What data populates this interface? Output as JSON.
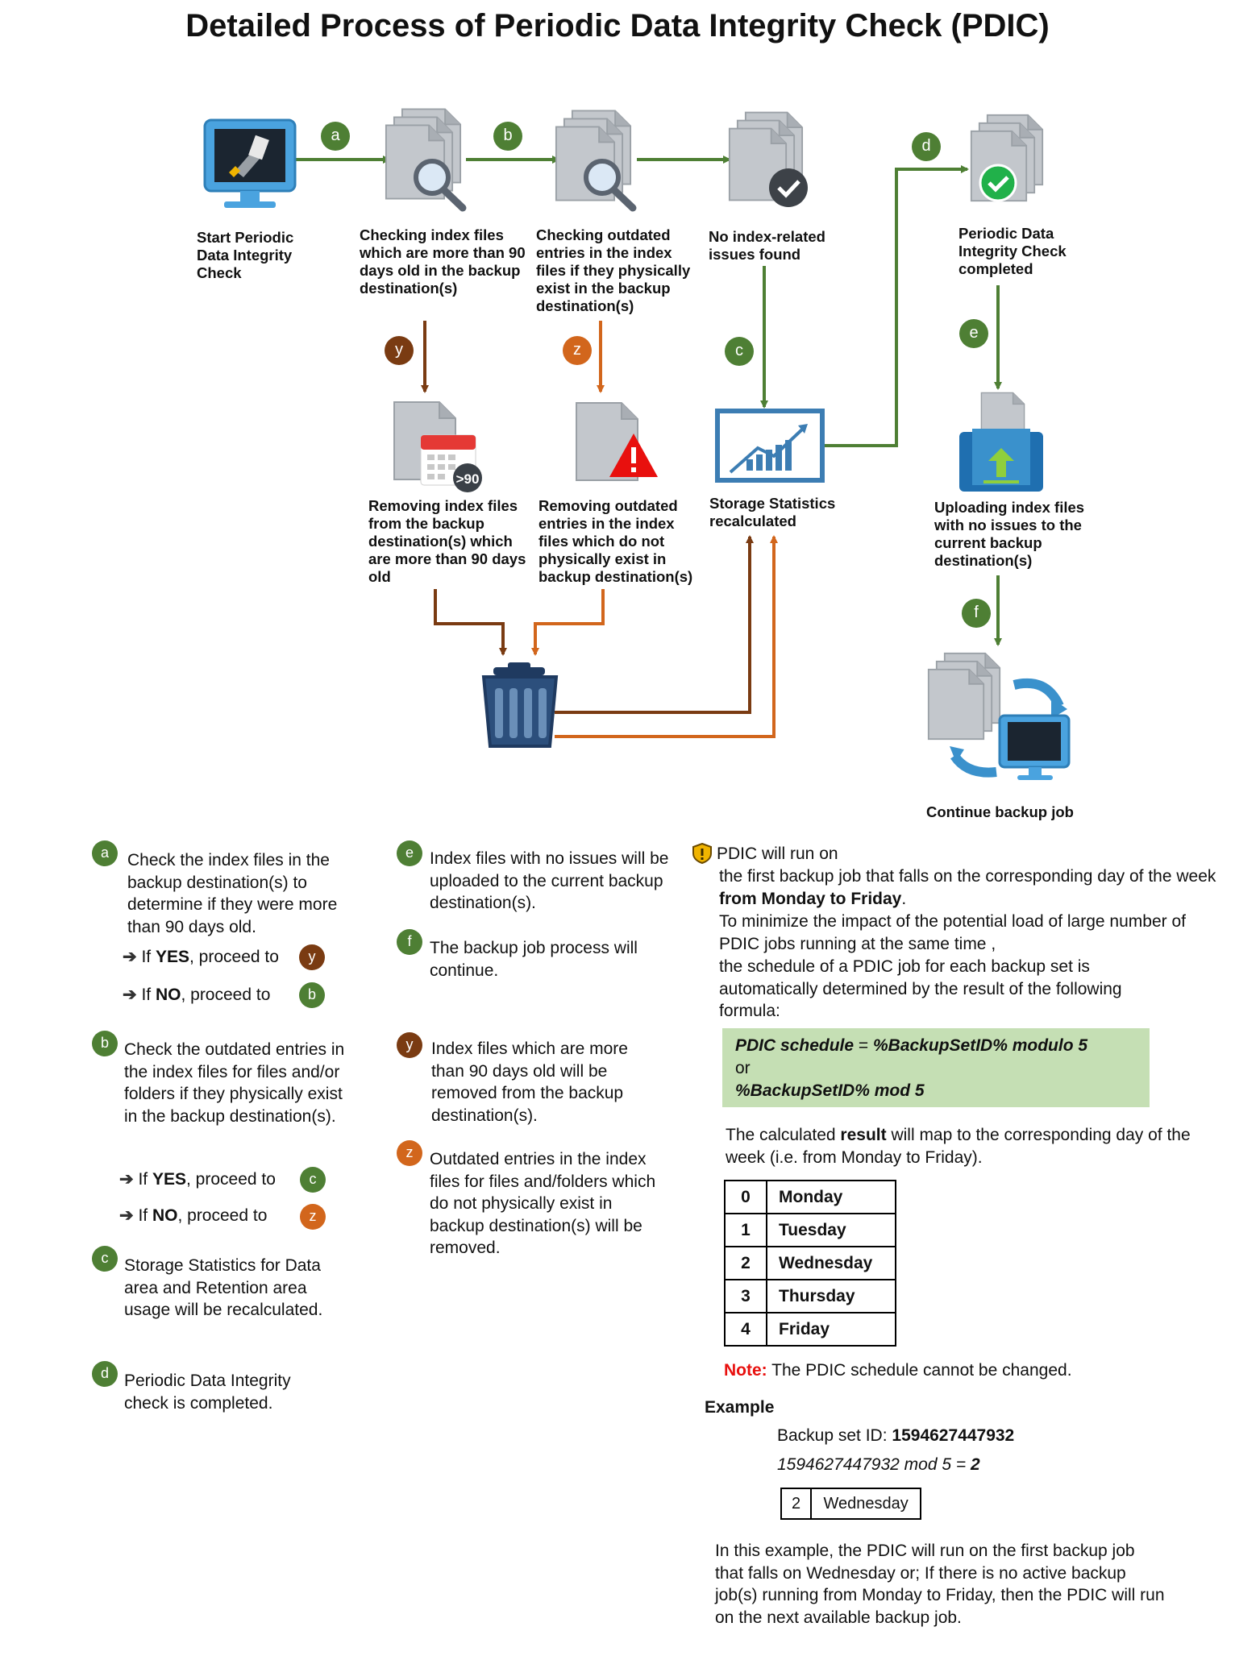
{
  "title": "Detailed Process of Periodic Data Integrity Check (PDIC)",
  "nodes": {
    "start": "Start Periodic Data Integrity Check",
    "check_90": "Checking index files which are more than 90 days old in the backup destination(s)",
    "check_outdated": "Checking outdated entries in the index files if they physically exist in the backup destination(s)",
    "no_issues": "No index-related issues found",
    "completed": "Periodic Data Integrity Check completed",
    "remove_90": "Removing index files from the backup destination(s) which are more than 90 days old",
    "remove_outdated": "Removing outdated entries in the index files which do not physically exist in backup destination(s)",
    "recalc": "Storage Statistics recalculated",
    "upload": "Uploading index files with no issues to the current backup destination(s)",
    "continue": "Continue backup job"
  },
  "badges": {
    "a": "a",
    "b": "b",
    "c": "c",
    "d": "d",
    "e": "e",
    "f": "f",
    "y": "y",
    "z": "z"
  },
  "icon_badge_90": ">90",
  "legend": {
    "a_text": "Check the index files in the backup destination(s) to determine if they were more than 90 days old.",
    "a_yes_pre": "If ",
    "a_yes_bold": "YES",
    "a_yes_post": ", proceed to",
    "a_no_pre": "If ",
    "a_no_bold": "NO",
    "a_no_post": ", proceed to",
    "b_text": "Check the outdated entries in the index files for files and/or folders if they physically exist in the backup destination(s).",
    "b_yes_pre": "If ",
    "b_yes_bold": "YES",
    "b_yes_post": ", proceed to",
    "b_no_pre": "If ",
    "b_no_bold": "NO",
    "b_no_post": ", proceed to",
    "c_text": "Storage Statistics for Data area and Retention area usage will be recalculated.",
    "d_text": "Periodic Data Integrity check is completed.",
    "e_text": "Index files with no issues will be uploaded to the current backup destination(s).",
    "f_text": "The backup job process will continue.",
    "y_text": "Index files which are more than 90 days old will be removed from the backup destination(s).",
    "z_text": "Outdated entries in the index files for files and/folders which do not physically exist in backup destination(s) will be removed."
  },
  "info": {
    "line1": "PDIC will run on",
    "line2_pre": "the first backup job that falls on the corresponding day of the week ",
    "line2_bold": "from Monday to Friday",
    "line2_post": ".",
    "line3": "To minimize the impact of the potential load of large number of PDIC jobs running at the same time ,",
    "line4": "the schedule of a PDIC job for each backup set is automatically determined by the result of the following formula:",
    "formula1_a": "PDIC schedule",
    "formula1_b": " = ",
    "formula1_c": "%BackupSetID% modulo 5",
    "formula_or": "or",
    "formula2": "%BackupSetID% mod 5",
    "result_pre": "The calculated ",
    "result_bold": "result",
    "result_post": " will map to the corresponding day of the week (i.e. from Monday to Friday).",
    "days": [
      {
        "n": "0",
        "d": "Monday"
      },
      {
        "n": "1",
        "d": "Tuesday"
      },
      {
        "n": "2",
        "d": "Wednesday"
      },
      {
        "n": "3",
        "d": "Thursday"
      },
      {
        "n": "4",
        "d": "Friday"
      }
    ],
    "note_label": "Note:",
    "note_text": " The PDIC schedule cannot be changed.",
    "example_heading": "Example",
    "example_id_label": "Backup set ID: ",
    "example_id": "1594627447932",
    "example_calc": "1594627447932 mod 5 = ",
    "example_result": "2",
    "example_day_n": "2",
    "example_day": "Wednesday",
    "closing": "In this example, the PDIC will run on the first backup job that falls on Wednesday or; If there is no active backup job(s) running from Monday to Friday, then the PDIC will run on the next available backup job."
  },
  "colors": {
    "green": "#4e7f34",
    "brown": "#7a3b12",
    "orange": "#d2661c",
    "formula_bg": "#c5dfb4",
    "note_red": "#e8100e"
  }
}
